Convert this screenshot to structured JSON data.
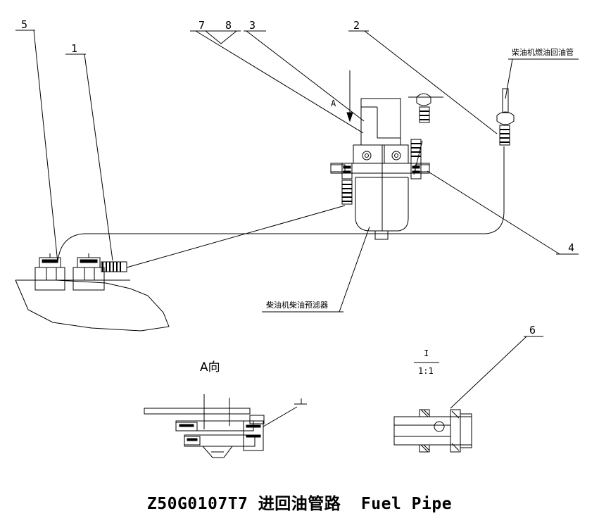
{
  "title": "Z50G0107T7 进回油管路  Fuel Pipe",
  "callouts": {
    "c1": "1",
    "c2": "2",
    "c3": "3",
    "c4": "4",
    "c5": "5",
    "c6": "6",
    "c7": "7",
    "c8": "8"
  },
  "notes": {
    "return_pipe": "柴油机燃油回油管",
    "prefilter": "柴油机柴油预滤器"
  },
  "views": {
    "arrow_a": "A",
    "view_a": "A向",
    "detail_i": "I",
    "detail_i_small": "I",
    "scale": "1:1"
  }
}
